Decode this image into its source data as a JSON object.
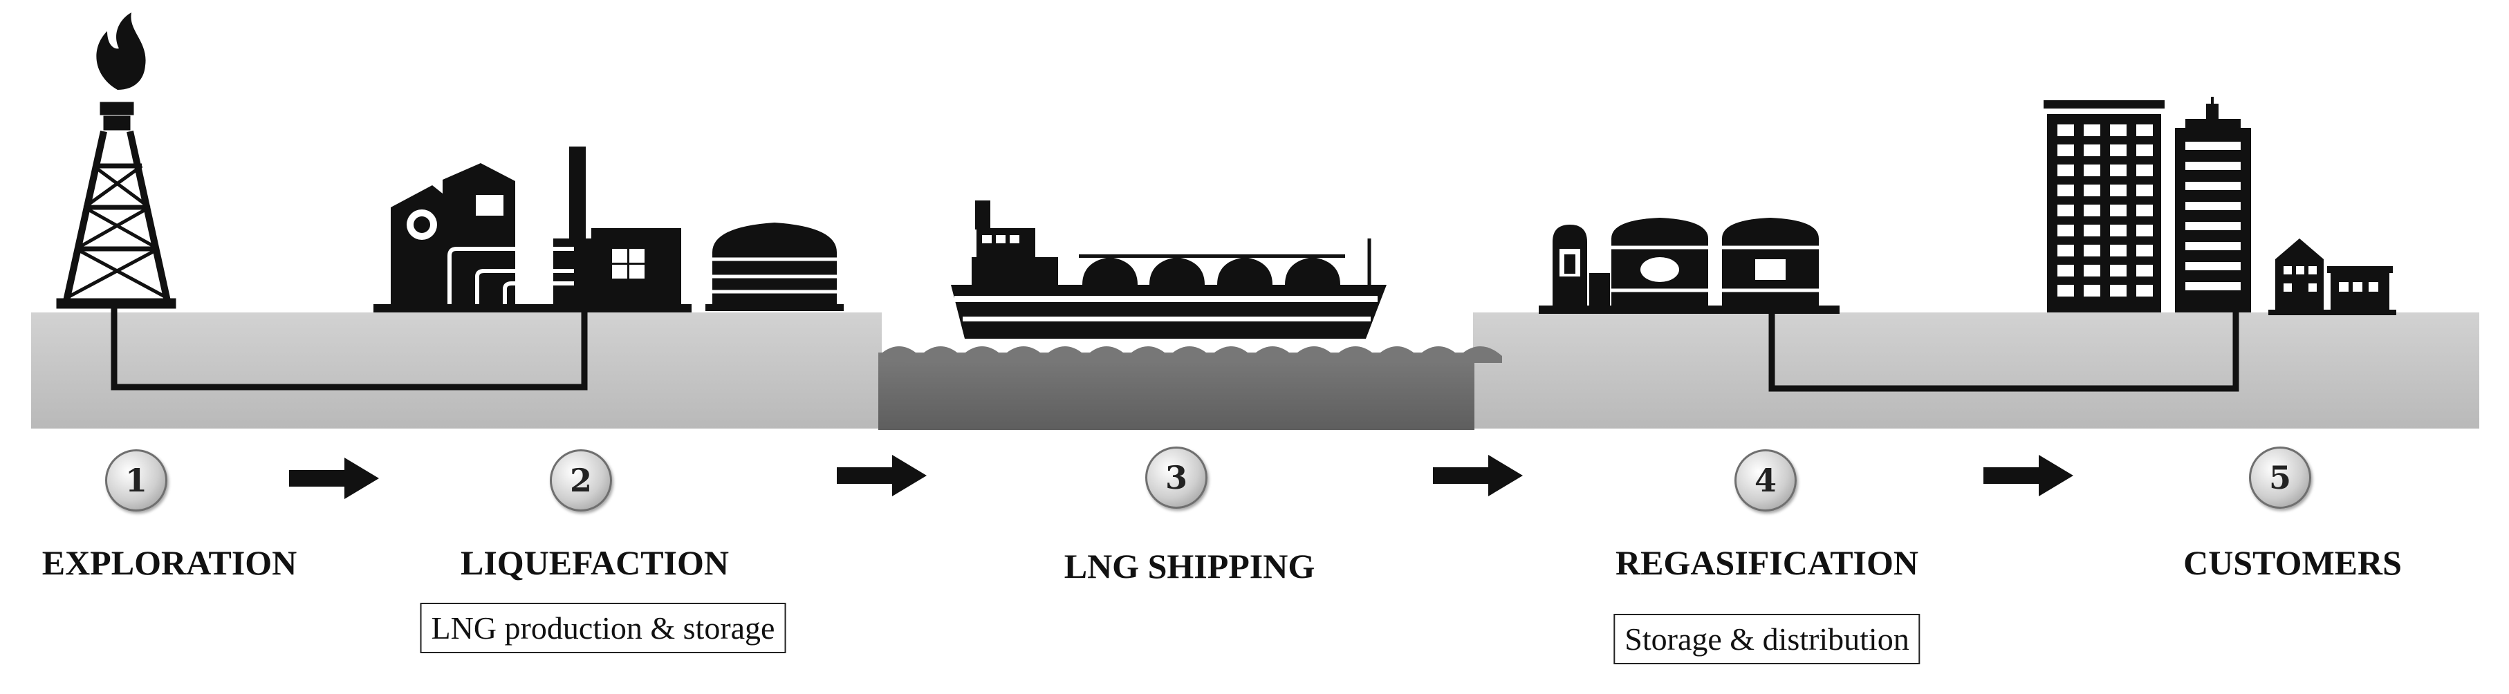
{
  "stages": [
    {
      "number": "1",
      "label": "EXPLORATION"
    },
    {
      "number": "2",
      "label": "LIQUEFACTION",
      "sub": "LNG production & storage"
    },
    {
      "number": "3",
      "label": "LNG SHIPPING"
    },
    {
      "number": "4",
      "label": "REGASIFICATION",
      "sub": "Storage & distribution"
    },
    {
      "number": "5",
      "label": "CUSTOMERS"
    }
  ],
  "colors": {
    "ground": "#c8c8c8",
    "water": "#6f6f6f",
    "ink": "#111111"
  },
  "icons": [
    "flame-icon",
    "drilling-rig-icon",
    "liquefaction-plant-icon",
    "storage-tank-icon",
    "lng-carrier-icon",
    "regas-terminal-icon",
    "office-building-icon",
    "house-icon"
  ]
}
